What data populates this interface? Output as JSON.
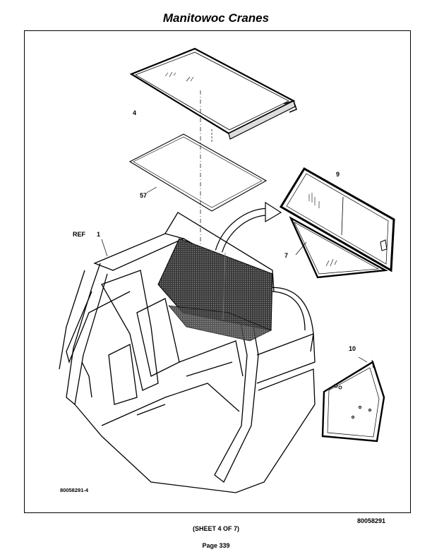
{
  "header": {
    "title": "Manitowoc Cranes"
  },
  "callouts": {
    "ref": "REF",
    "c1": "1",
    "c4": "4",
    "c57": "57",
    "c9": "9",
    "c7": "7",
    "c10": "10"
  },
  "figure": {
    "drawing_id": "80058291-4"
  },
  "footer": {
    "part_number": "80058291",
    "sheet": "(SHEET 4 OF 7)",
    "page": "Page 339"
  }
}
